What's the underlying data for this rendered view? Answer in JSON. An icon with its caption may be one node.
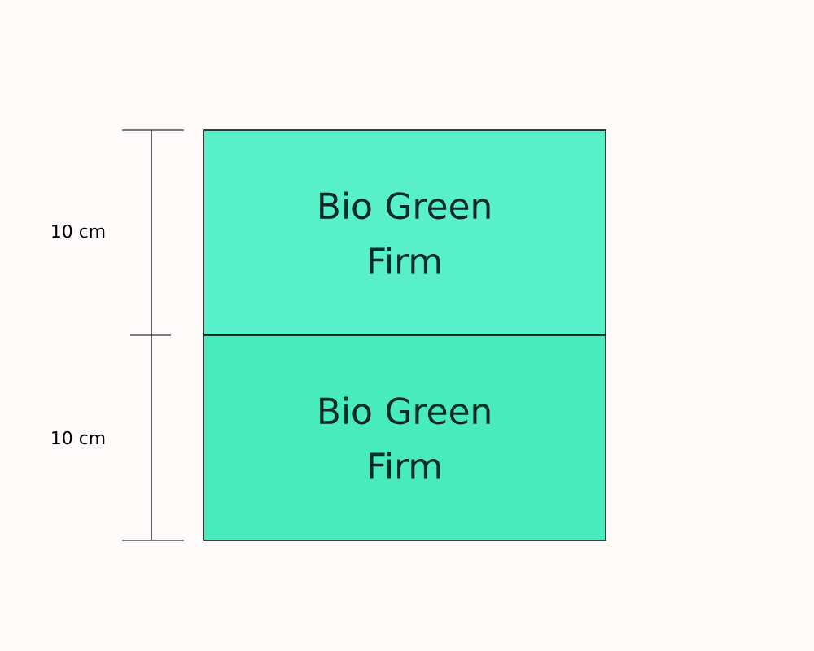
{
  "diagram": {
    "nodes": [
      {
        "text": [
          "Bio Green Firm"
        ]
      },
      {
        "text": [
          "Bio Green Firm"
        ]
      }
    ],
    "labels": [
      "10 cm",
      "10 cm"
    ]
  }
}
